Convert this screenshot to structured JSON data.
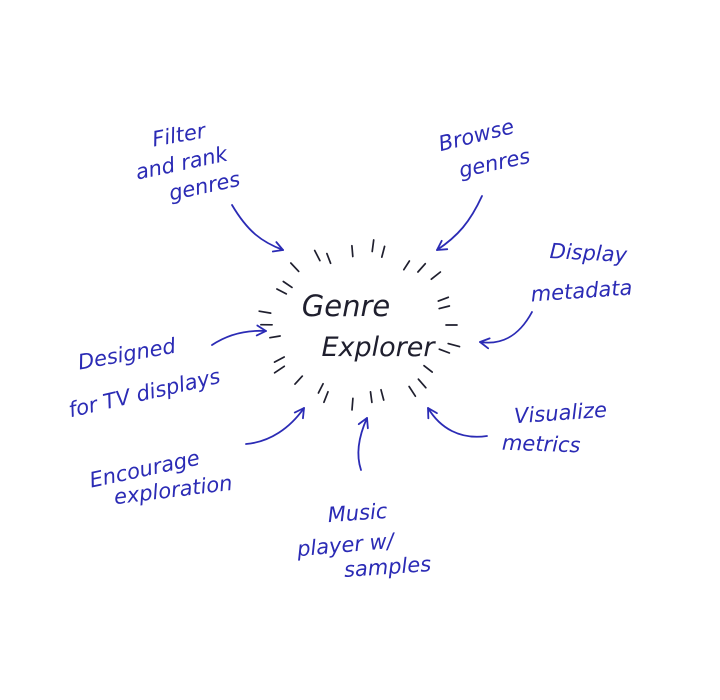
{
  "colors": {
    "ink": "#2b2bb5",
    "center_ink": "#1f1f2e",
    "background": "#ffffff"
  },
  "center": {
    "line1": "Genre",
    "line2": "Explorer"
  },
  "ideas": [
    {
      "id": "filter-rank",
      "lines": [
        "Filter",
        "and rank",
        "genres"
      ]
    },
    {
      "id": "browse",
      "lines": [
        "Browse",
        "genres"
      ]
    },
    {
      "id": "metadata",
      "lines": [
        "Display",
        "metadata"
      ]
    },
    {
      "id": "tv",
      "lines": [
        "Designed",
        "for TV displays"
      ]
    },
    {
      "id": "metrics",
      "lines": [
        "Visualize",
        "metrics"
      ]
    },
    {
      "id": "exploration",
      "lines": [
        "Encourage",
        "exploration"
      ]
    },
    {
      "id": "music",
      "lines": [
        "Music",
        "player w/",
        "samples"
      ]
    }
  ]
}
